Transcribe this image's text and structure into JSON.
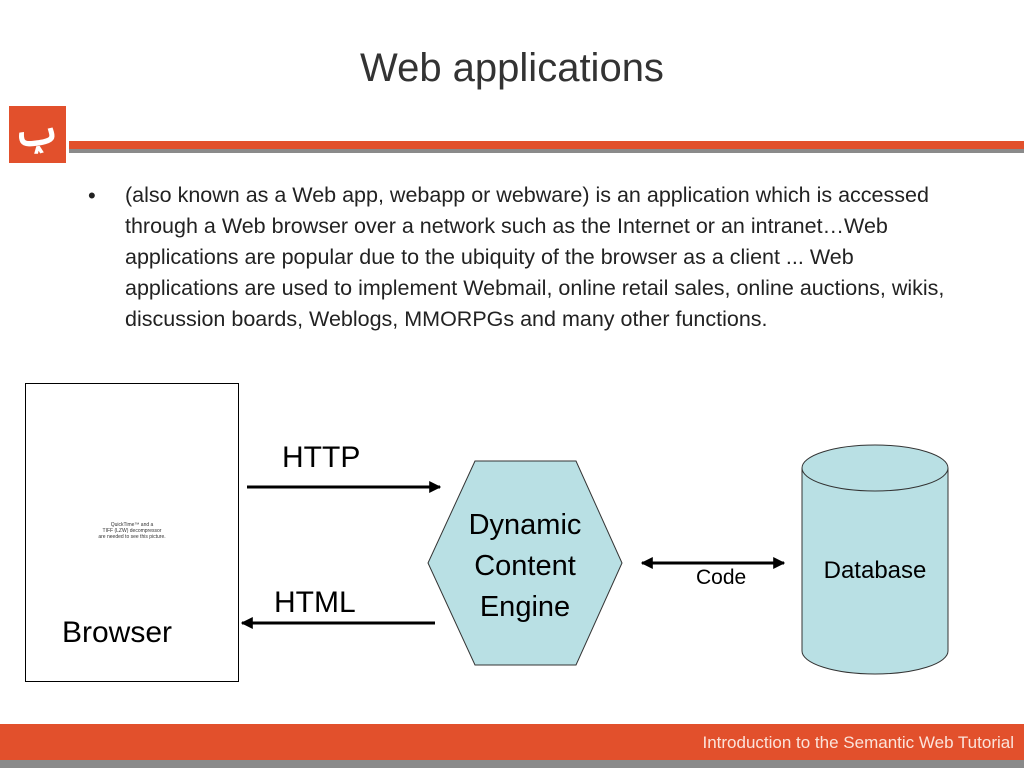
{
  "slide": {
    "title": "Web applications",
    "bullet_symbol": "•",
    "body": " (also known as a Web app, webapp or webware) is an application which is accessed through a Web browser over a network such as the Internet or an intranet…Web applications are popular due to the ubiquity of the browser as a client ... Web applications are used to implement Webmail, online retail sales, online auctions, wikis, discussion boards, Weblogs, MMORPGs and many other functions."
  },
  "diagram": {
    "browser": {
      "label": "Browser",
      "placeholder_lines": [
        "QuickTime™ and a",
        "TIFF (LZW) decompressor",
        "are needed to see this picture."
      ]
    },
    "arrows": {
      "request_label": "HTTP",
      "response_label": "HTML",
      "db_link_label": "Code"
    },
    "engine": {
      "lines": [
        "Dynamic",
        "Content",
        "Engine"
      ]
    },
    "database": {
      "label": "Database"
    }
  },
  "footer": {
    "text": "Introduction to the Semantic Web Tutorial"
  },
  "colors": {
    "accent": "#e2502c",
    "gray_rule": "#8a8a8a",
    "shape_fill": "#b9e0e4"
  },
  "icons": {
    "logo": "orange-square-logo"
  }
}
